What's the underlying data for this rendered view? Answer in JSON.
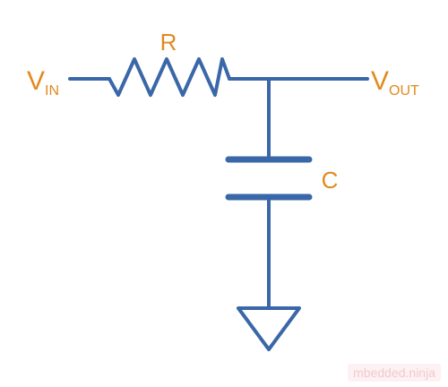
{
  "labels": {
    "resistor": "R",
    "capacitor": "C",
    "vin_main": "V",
    "vin_sub": "IN",
    "vout_main": "V",
    "vout_sub": "OUT"
  },
  "watermark": "mbedded.ninja",
  "colors": {
    "wire": "#3a67a8",
    "label": "#e08a1e",
    "watermark_text": "#f2c9cf",
    "watermark_bg": "#fdf1f3"
  }
}
